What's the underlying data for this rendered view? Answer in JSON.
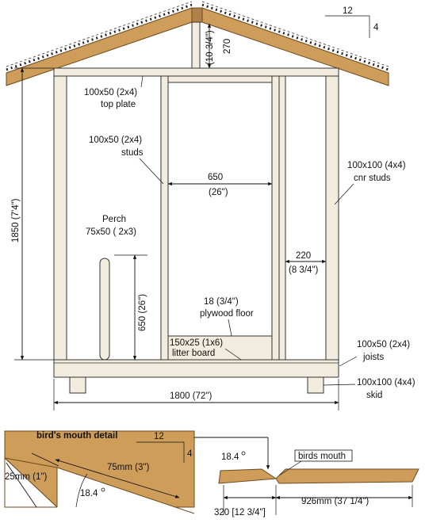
{
  "pitch": {
    "run": "12",
    "rise": "4"
  },
  "ridge": {
    "height_label": "270",
    "height_imperial": "(10 3/4\")"
  },
  "top_plate": {
    "size": "100x50 (2x4)",
    "name": "top plate"
  },
  "studs": {
    "size": "100x50 (2x4)",
    "name": "studs"
  },
  "corner_studs": {
    "size": "100x100 (4x4)",
    "name": "cnr studs"
  },
  "door_width": {
    "metric": "650",
    "imperial": "(26\")"
  },
  "side_height": {
    "label": "1850 (7'4\")"
  },
  "perch": {
    "name": "Perch",
    "size": "75x50 ( 2x3)",
    "height": "650 (26\")"
  },
  "corner_gap": {
    "metric": "220",
    "imperial": "(8 3/4\")"
  },
  "floor": {
    "thickness": "18 (3/4\")",
    "name": "plywood floor"
  },
  "litter_board": {
    "size": "150x25 (1x6)",
    "name": "litter board"
  },
  "joists": {
    "size": "100x50 (2x4)",
    "name": "joists"
  },
  "skid": {
    "size": "100x100 (4x4)",
    "name": "skid"
  },
  "width": {
    "label": "1800 (72\")"
  },
  "birds_mouth_detail": {
    "title": "bird's mouth detail",
    "pitch_run": "12",
    "pitch_rise": "4",
    "cut_depth": "25mm (1\")",
    "seat_length": "75mm (3\")",
    "angle": "18.4"
  },
  "rafter_side": {
    "angle": "18.4",
    "callout": "birds mouth",
    "left_length": "320 [12 3/4\"]",
    "right_length": "926mm (37 1/4\")"
  }
}
